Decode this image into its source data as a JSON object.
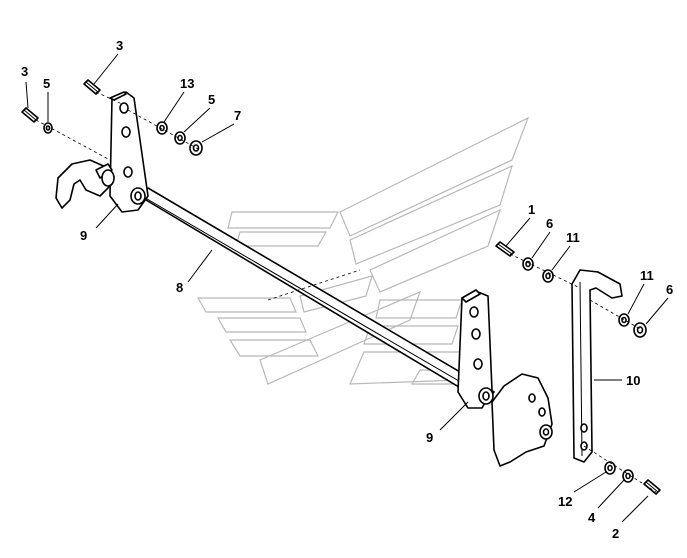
{
  "diagram": {
    "callouts": [
      {
        "id": "c3a",
        "text": "3"
      },
      {
        "id": "c5a",
        "text": "5"
      },
      {
        "id": "c3b",
        "text": "3"
      },
      {
        "id": "c13",
        "text": "13"
      },
      {
        "id": "c5b",
        "text": "5"
      },
      {
        "id": "c7",
        "text": "7"
      },
      {
        "id": "c9a",
        "text": "9"
      },
      {
        "id": "c8",
        "text": "8"
      },
      {
        "id": "c1",
        "text": "1"
      },
      {
        "id": "c6a",
        "text": "6"
      },
      {
        "id": "c11a",
        "text": "11"
      },
      {
        "id": "c11b",
        "text": "11"
      },
      {
        "id": "c6b",
        "text": "6"
      },
      {
        "id": "c10",
        "text": "10"
      },
      {
        "id": "c9b",
        "text": "9"
      },
      {
        "id": "c12",
        "text": "12"
      },
      {
        "id": "c4",
        "text": "4"
      },
      {
        "id": "c2",
        "text": "2"
      }
    ]
  }
}
